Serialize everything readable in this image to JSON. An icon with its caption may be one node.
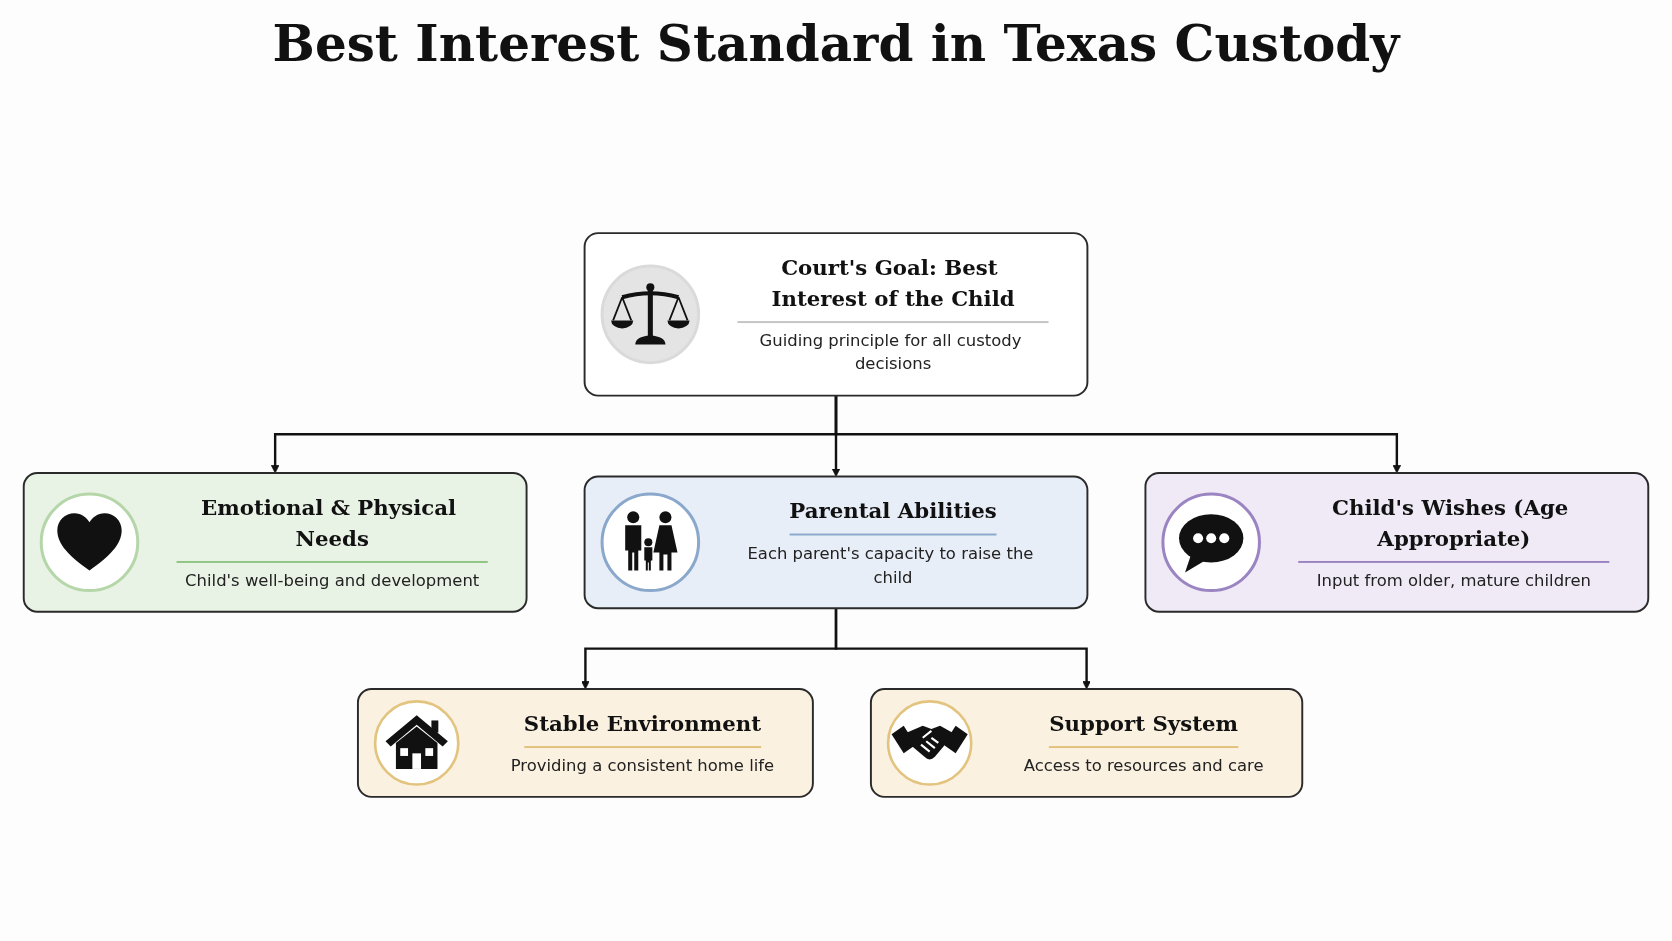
{
  "diagram": {
    "title": "Best Interest Standard in Texas Custody",
    "nodes": [
      {
        "text": [
          "Court's Goal: Best Interest of the Child",
          "Guiding principle for all custody decisions"
        ]
      },
      {
        "text": [
          "Emotional & Physical Needs",
          "Child's well-being and development"
        ]
      },
      {
        "text": [
          "Parental Abilities",
          "Each parent's capacity to raise the child"
        ]
      },
      {
        "text": [
          "Child's Wishes (Age Appropriate)",
          "Input from older, mature children"
        ]
      },
      {
        "text": [
          "Stable Environment",
          "Providing a consistent home life"
        ]
      },
      {
        "text": [
          "Support System",
          "Access to resources and care"
        ]
      }
    ],
    "edges": [
      {
        "from": 0,
        "to": 1,
        "arrow": "to"
      },
      {
        "from": 0,
        "to": 2,
        "arrow": "to"
      },
      {
        "from": 0,
        "to": 3,
        "arrow": "to"
      },
      {
        "from": 2,
        "to": 4,
        "arrow": "to"
      },
      {
        "from": 2,
        "to": 5,
        "arrow": "to"
      }
    ]
  }
}
